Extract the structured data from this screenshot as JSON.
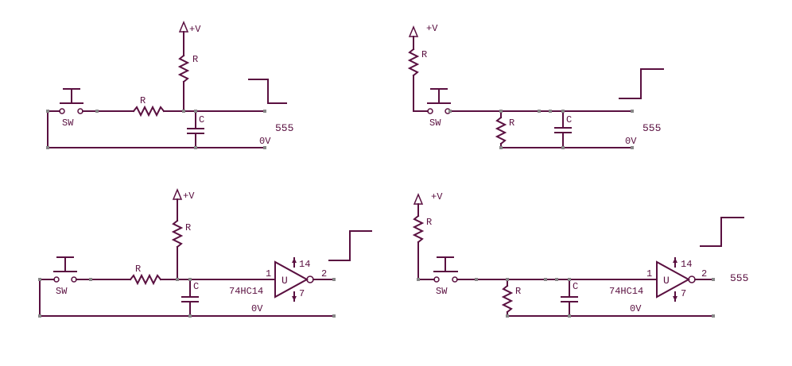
{
  "circuits": [
    {
      "id": "top-left",
      "labels": {
        "vplus": "+V",
        "r_pullup": "R",
        "r_series": "R",
        "cap": "C",
        "switch": "SW",
        "ground": "0V",
        "ic": "555"
      }
    },
    {
      "id": "top-right",
      "labels": {
        "vplus": "+V",
        "r_pullup": "R",
        "r_pulldown": "R",
        "cap": "C",
        "switch": "SW",
        "ground": "0V",
        "ic": "555"
      }
    },
    {
      "id": "bottom-left",
      "labels": {
        "vplus": "+V",
        "r_pullup": "R",
        "r_series": "R",
        "cap": "C",
        "switch": "SW",
        "ground": "0V",
        "gate_part": "74HC14",
        "gate_ref": "U",
        "pin_in": "1",
        "pin_out": "2",
        "pin_vcc": "14",
        "pin_gnd": "7"
      }
    },
    {
      "id": "bottom-right",
      "labels": {
        "vplus": "+V",
        "r_pullup": "R",
        "r_pulldown": "R",
        "cap": "C",
        "switch": "SW",
        "ground": "0V",
        "gate_part": "74HC14",
        "gate_ref": "U",
        "pin_in": "1",
        "pin_out": "2",
        "pin_vcc": "14",
        "pin_gnd": "7",
        "ic": "555"
      }
    }
  ],
  "colors": {
    "wire": "#5a1040",
    "node": "#888888",
    "background": "#ffffff"
  }
}
